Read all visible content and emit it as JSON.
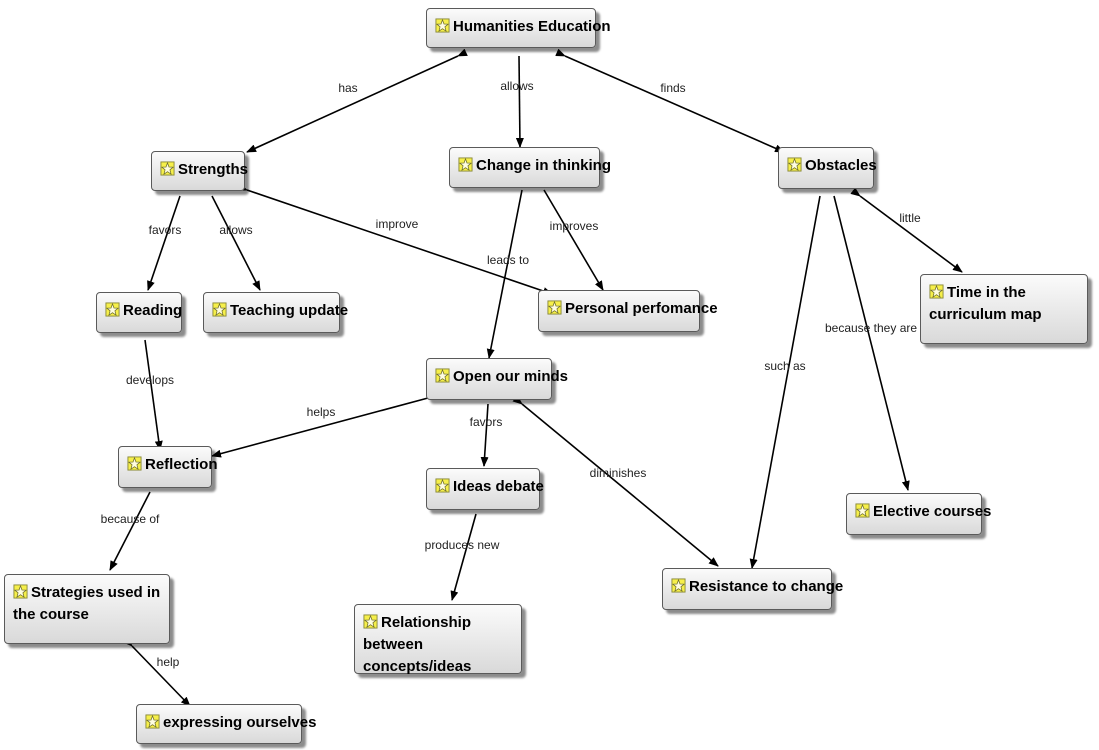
{
  "nodes": {
    "humanities": "Humanities Education",
    "strengths": "Strengths",
    "change": "Change in thinking",
    "obstacles": "Obstacles",
    "reading": "Reading",
    "teaching": "Teaching update",
    "personal": "Personal perfomance",
    "time": "Time in the curriculum map",
    "minds": "Open our minds",
    "reflection": "Reflection",
    "debate": "Ideas debate",
    "elective": "Elective courses",
    "strategies": "Strategies used in the course",
    "relationship": "Relationship between concepts/ideas",
    "resistance": "Resistance to change",
    "expressing": "expressing ourselves"
  },
  "links": {
    "has": "has",
    "allows_top": "allows",
    "finds": "finds",
    "favors_1": "favors",
    "allows_2": "allows",
    "improve": "improve",
    "leads_to": "leads to",
    "improves": "improves",
    "little": "little",
    "because_they_are": "because they  are",
    "such_as": "such  as",
    "develops": "develops",
    "helps": "helps",
    "favors_2": "favors",
    "diminishes": "diminishes",
    "because_of": "because of",
    "produces_new": "produces new",
    "help": "help"
  },
  "icon": "concept-star-icon"
}
